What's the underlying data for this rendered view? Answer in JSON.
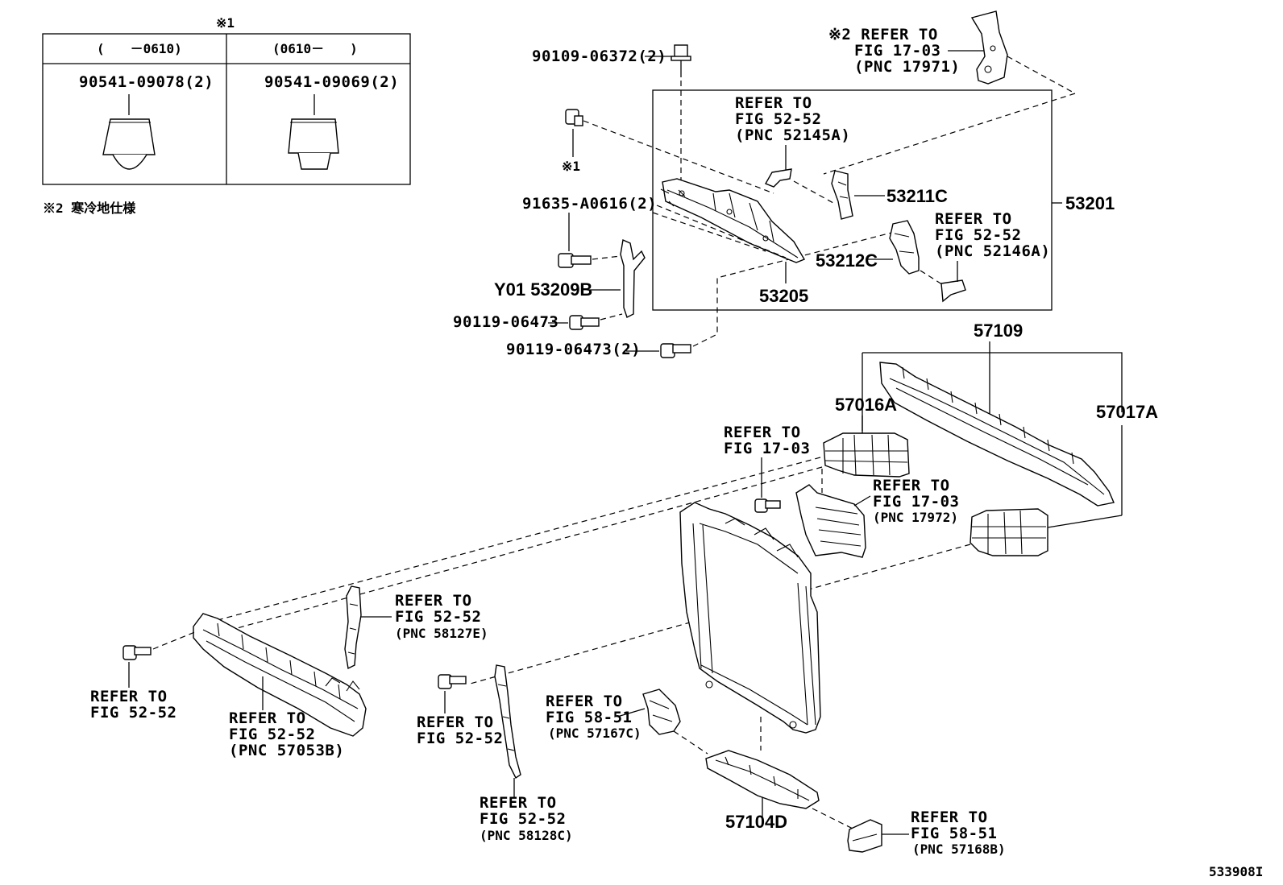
{
  "footnote_mark_1": "※1",
  "footnote_note_2": "※2 寒冷地仕様",
  "inset_table": {
    "col1_range": "(　　－0610)",
    "col2_range": "(0610－　　)",
    "col1_part": "90541-09078(2)",
    "col2_part": "90541-09069(2)"
  },
  "callouts": {
    "bolt_top": "90109-06372(2)",
    "clip_mark": "※1",
    "clip_bolt": "91635-A0616(2)",
    "brace": "Y01 53209B",
    "bolt_a": "90119-06473",
    "bolt_b": "90119-06473(2)",
    "bracket_center": "53205",
    "assembly": "53201",
    "bracket_c1": "53211C",
    "bracket_c2": "53212C",
    "frame_top": "57109",
    "duct_left": "57016A",
    "duct_right": "57017A",
    "under_cover": "57104D",
    "diagram_id": "533908I"
  },
  "refer_notes": {
    "r1": [
      "※2 REFER TO",
      "FIG 17-03",
      "(PNC 17971)"
    ],
    "r2": [
      "REFER TO",
      "FIG 52-52",
      "(PNC 52145A)"
    ],
    "r3": [
      "REFER TO",
      "FIG 52-52",
      "(PNC 52146A)"
    ],
    "r4": [
      "REFER TO",
      "FIG 17-03"
    ],
    "r5": [
      "REFER TO",
      "FIG 17-03",
      "(PNC 17972)"
    ],
    "r6": [
      "REFER TO",
      "FIG 52-52",
      "(PNC 58127E)"
    ],
    "r7": [
      "REFER TO",
      "FIG 52-52"
    ],
    "r8": [
      "REFER TO",
      "FIG 52-52",
      "(PNC 57053B)"
    ],
    "r9": [
      "REFER TO",
      "FIG 52-52"
    ],
    "r10": [
      "REFER TO",
      "FIG 58-51",
      "(PNC 57167C)"
    ],
    "r11": [
      "REFER TO",
      "FIG 52-52",
      "(PNC 58128C)"
    ],
    "r12": [
      "REFER TO",
      "FIG 58-51",
      "(PNC 57168B)"
    ]
  }
}
